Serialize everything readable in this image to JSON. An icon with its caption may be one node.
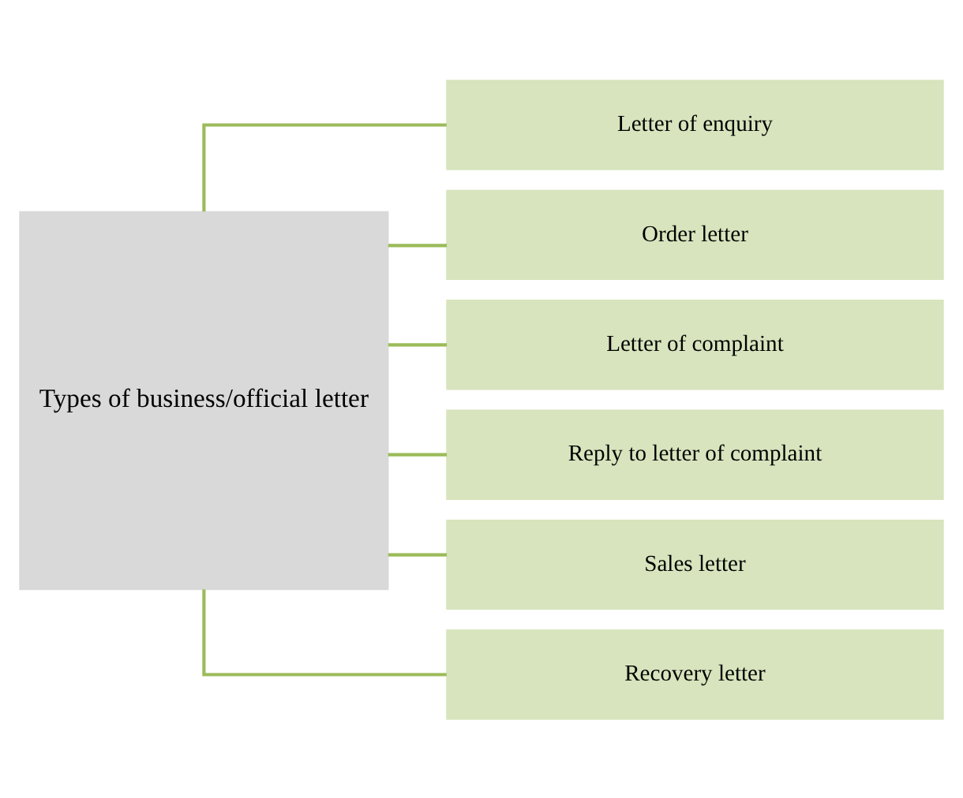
{
  "diagram": {
    "nodes": [
      {
        "text": [
          "Types of business/official letter"
        ]
      },
      {
        "text": [
          "Letter of enquiry"
        ]
      },
      {
        "text": [
          "Order letter"
        ]
      },
      {
        "text": [
          "Letter of complaint"
        ]
      },
      {
        "text": [
          "Reply to letter of complaint"
        ]
      },
      {
        "text": [
          "Sales letter"
        ]
      },
      {
        "text": [
          "Recovery letter"
        ]
      }
    ],
    "edges": [
      {
        "from": 0,
        "to": 1,
        "arrow": "none"
      },
      {
        "from": 0,
        "to": 2,
        "arrow": "none"
      },
      {
        "from": 0,
        "to": 3,
        "arrow": "none"
      },
      {
        "from": 0,
        "to": 4,
        "arrow": "none"
      },
      {
        "from": 0,
        "to": 5,
        "arrow": "none"
      },
      {
        "from": 0,
        "to": 6,
        "arrow": "none"
      }
    ]
  }
}
